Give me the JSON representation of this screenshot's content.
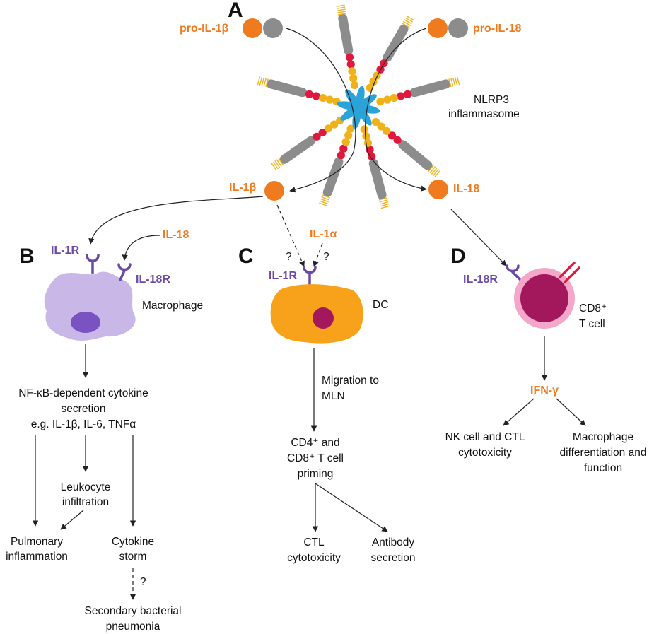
{
  "panels": {
    "a": "A",
    "b": "B",
    "c": "C",
    "d": "D"
  },
  "labels": {
    "pro_il1b": "pro-IL-1β",
    "pro_il18": "pro-IL-18",
    "nlrp3_1": "NLRP3",
    "nlrp3_2": "inflammasome",
    "il1b": "IL-1β",
    "il18_top": "IL-18",
    "il1r_b": "IL-1R",
    "il18_b": "IL-18",
    "il18r_b": "IL-18R",
    "macrophage": "Macrophage",
    "nfkb_1": "NF-κB-dependent cytokine",
    "nfkb_2": "secretion",
    "nfkb_3": "e.g. IL-1β, IL-6, TNFα",
    "leuk_1": "Leukocyte",
    "leuk_2": "infiltration",
    "pulm_1": "Pulmonary",
    "pulm_2": "inflammation",
    "storm_1": "Cytokine",
    "storm_2": "storm",
    "q1": "?",
    "sec_1": "Secondary bacterial",
    "sec_2": "pneumonia",
    "il1a": "IL-1α",
    "q2": "?",
    "q3": "?",
    "il1r_c": "IL-1R",
    "dc": "DC",
    "mig_1": "Migration to",
    "mig_2": "MLN",
    "cd4_1": "CD4⁺ and",
    "cd4_2": "CD8⁺ T cell",
    "cd4_3": "priming",
    "ctl_1": "CTL",
    "ctl_2": "cytotoxicity",
    "ab_1": "Antibody",
    "ab_2": "secretion",
    "il18r_d": "IL-18R",
    "cd8_1": "CD8⁺",
    "cd8_2": "T cell",
    "ifn": "IFN-γ",
    "nk_1": "NK cell and CTL",
    "nk_2": "cytotoxicity",
    "mac_1": "Macrophage",
    "mac_2": "differentiation and",
    "mac_3": "function"
  },
  "colors": {
    "orange": "#f07a1e",
    "grey": "#8c8c8c",
    "blue": "#2aa3d8",
    "red": "#e0183e",
    "yellow": "#f0b21a",
    "purple_receptor": "#6b4aa5",
    "macrophage": "#c9b7e8",
    "dc": "#f7a21a",
    "tcell_outer": "#f4a7c8",
    "tcell_inner": "#a3175d"
  }
}
